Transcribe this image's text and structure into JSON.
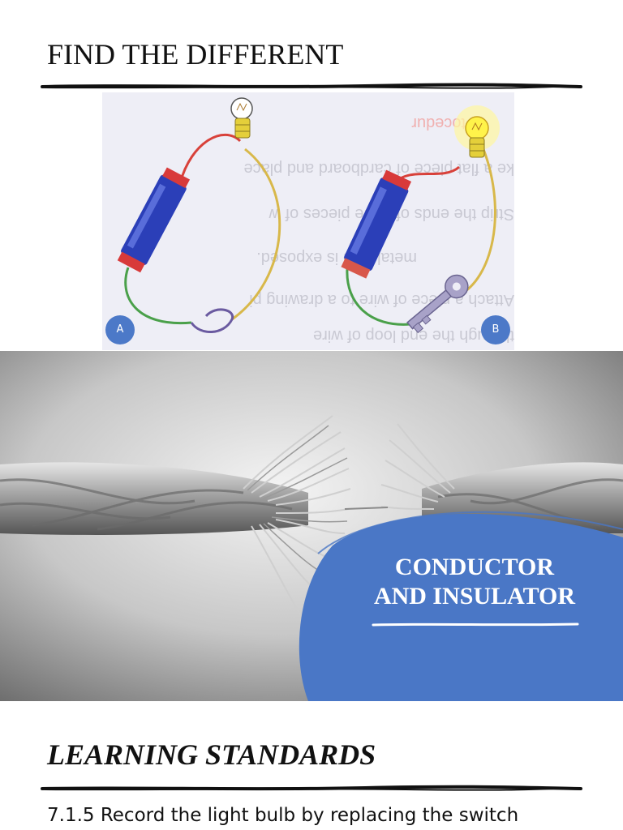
{
  "heading": "FIND THE DIFFERENT",
  "circuits": {
    "label_a": "A",
    "label_b": "B",
    "background_text_fragments": [
      "tocedur",
      "ke a flat piece of cardboard and place",
      "Strip the ends of three pieces of w",
      "metal wire is exposed.",
      "Attach a piece of wire to a drawing pi",
      "through the end loop of wire"
    ]
  },
  "banner": {
    "title_line1": "CONDUCTOR",
    "title_line2": "AND INSULATOR",
    "accent_color": "#4a77c6"
  },
  "learning_standards": {
    "title": "LEARNING STANDARDS",
    "item_1": "7.1.5 Record the light bulb by replacing the switch"
  }
}
